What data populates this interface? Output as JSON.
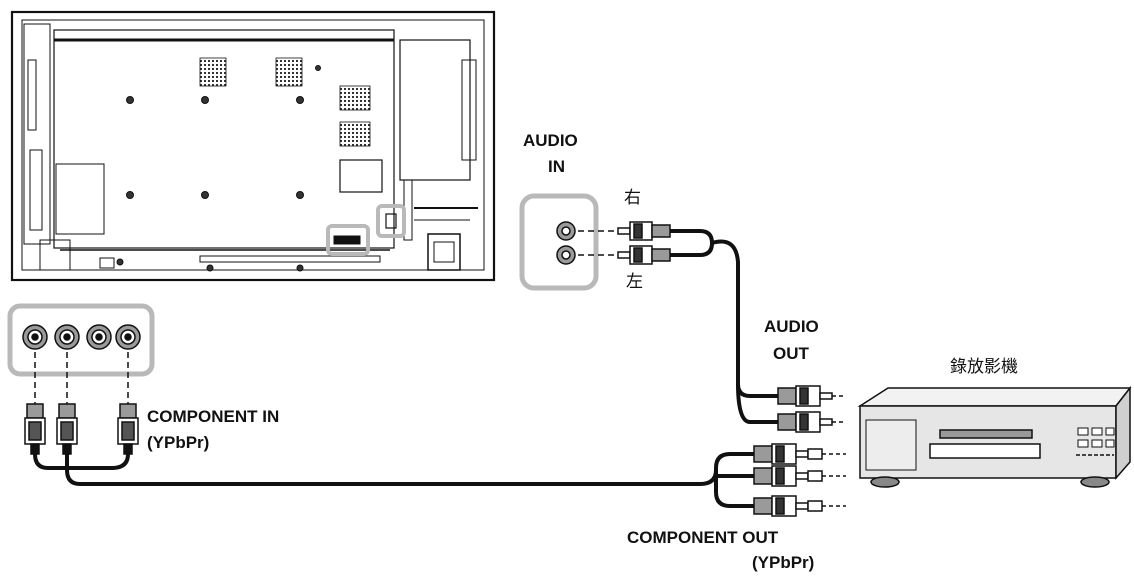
{
  "labels": {
    "audio_in": [
      "AUDIO",
      "IN"
    ],
    "right_channel": "右",
    "left_channel": "左",
    "audio_out": [
      "AUDIO",
      "OUT"
    ],
    "device_name": "錄放影機",
    "component_in": [
      "COMPONENT IN",
      "(YPbPr)"
    ],
    "component_out": [
      "COMPONENT OUT",
      "(YPbPr)"
    ]
  },
  "colors": {
    "line": "#111111",
    "highlight_frame": "#b9b9b9",
    "jack_body": "#9a9a9a",
    "device_body": "#e6e6e6"
  }
}
